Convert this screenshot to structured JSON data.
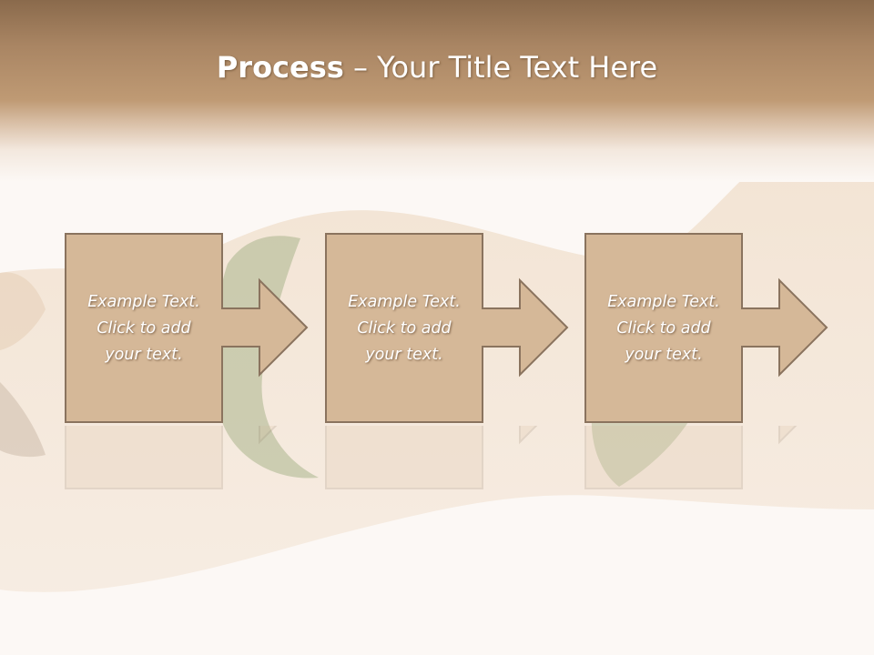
{
  "slide": {
    "title_bold": "Process",
    "title_rest": " – Your Title Text Here"
  },
  "steps": [
    {
      "line1": "Example Text.",
      "line2": "Click  to add",
      "line3": "your text."
    },
    {
      "line1": "Example Text.",
      "line2": "Click  to add",
      "line3": "your text."
    },
    {
      "line1": "Example Text.",
      "line2": "Click  to add",
      "line3": "your text."
    }
  ],
  "colors": {
    "header_dark": "#8a6a4c",
    "header_light": "#bf9a74",
    "box_fill": "#d5b898",
    "box_stroke": "#8a735e",
    "text": "#ffffff"
  }
}
